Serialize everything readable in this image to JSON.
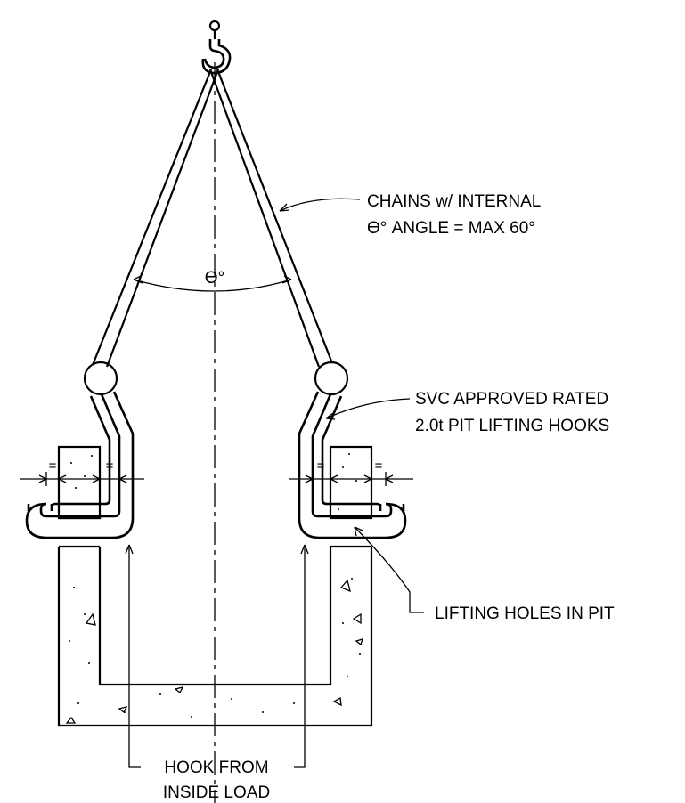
{
  "labels": {
    "chains_line1": "CHAINS w/ INTERNAL",
    "chains_line2": "ϴ° ANGLE = MAX 60°",
    "hooks_line1": "SVC APPROVED RATED",
    "hooks_line2": "2.0t PIT LIFTING HOOKS",
    "holes": "LIFTING HOLES IN PIT",
    "hook_from_line1": "HOOK FROM",
    "hook_from_line2": "INSIDE LOAD",
    "angle": "ϴ°",
    "equal_mark": "="
  },
  "colors": {
    "line": "#000000",
    "background": "#ffffff"
  }
}
